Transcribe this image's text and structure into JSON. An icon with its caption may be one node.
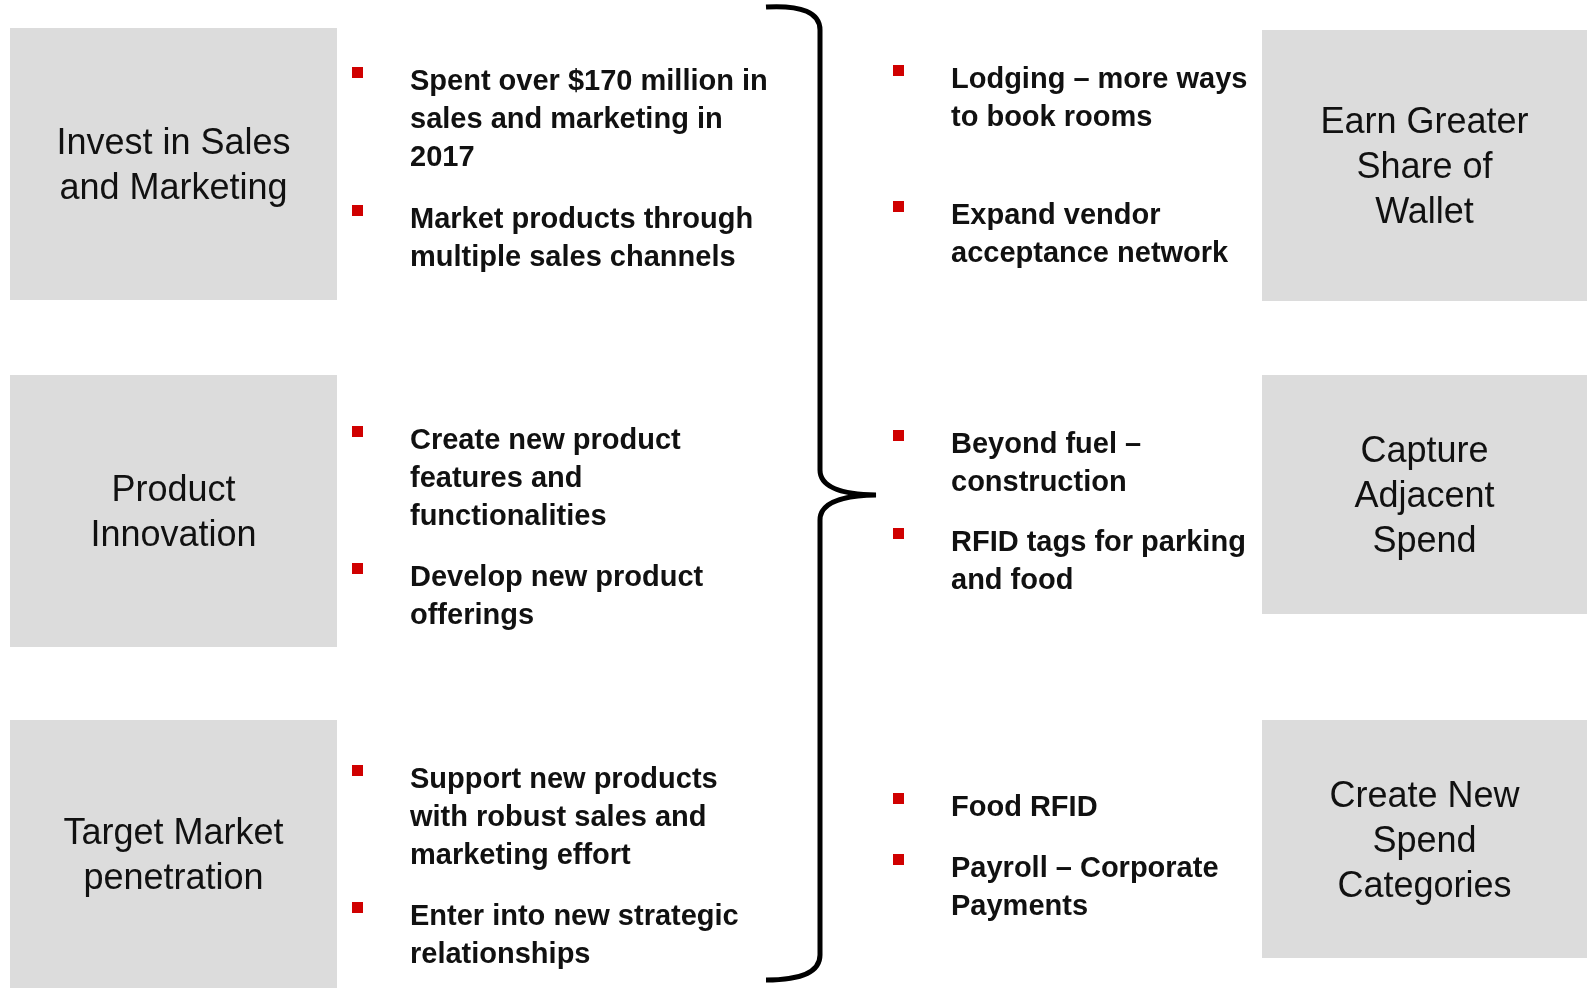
{
  "diagram": {
    "nodes": [
      {
        "text": [
          "Invest in Sales and Marketing"
        ],
        "beside": [
          "Spent over $170 million in sales and marketing in 2017",
          "Market products through multiple sales channels"
        ]
      },
      {
        "text": [
          "Earn Greater Share of Wallet"
        ],
        "beside": [
          "Lodging – more ways to book rooms",
          "Expand vendor acceptance network"
        ]
      },
      {
        "text": [
          "Product Innovation"
        ],
        "beside": [
          "Create new product features and functionalities",
          "Develop new product offerings"
        ]
      },
      {
        "text": [
          "Capture Adjacent Spend"
        ],
        "beside": [
          "Beyond fuel – construction",
          "RFID tags for parking and food"
        ]
      },
      {
        "text": [
          "Target Market penetration"
        ],
        "beside": [
          "Support new products with robust sales and marketing effort",
          "Enter into new strategic relationships"
        ]
      },
      {
        "text": [
          "Create New Spend Categories"
        ],
        "beside": [
          "Food RFID",
          "Payroll – Corporate Payments"
        ]
      }
    ]
  }
}
